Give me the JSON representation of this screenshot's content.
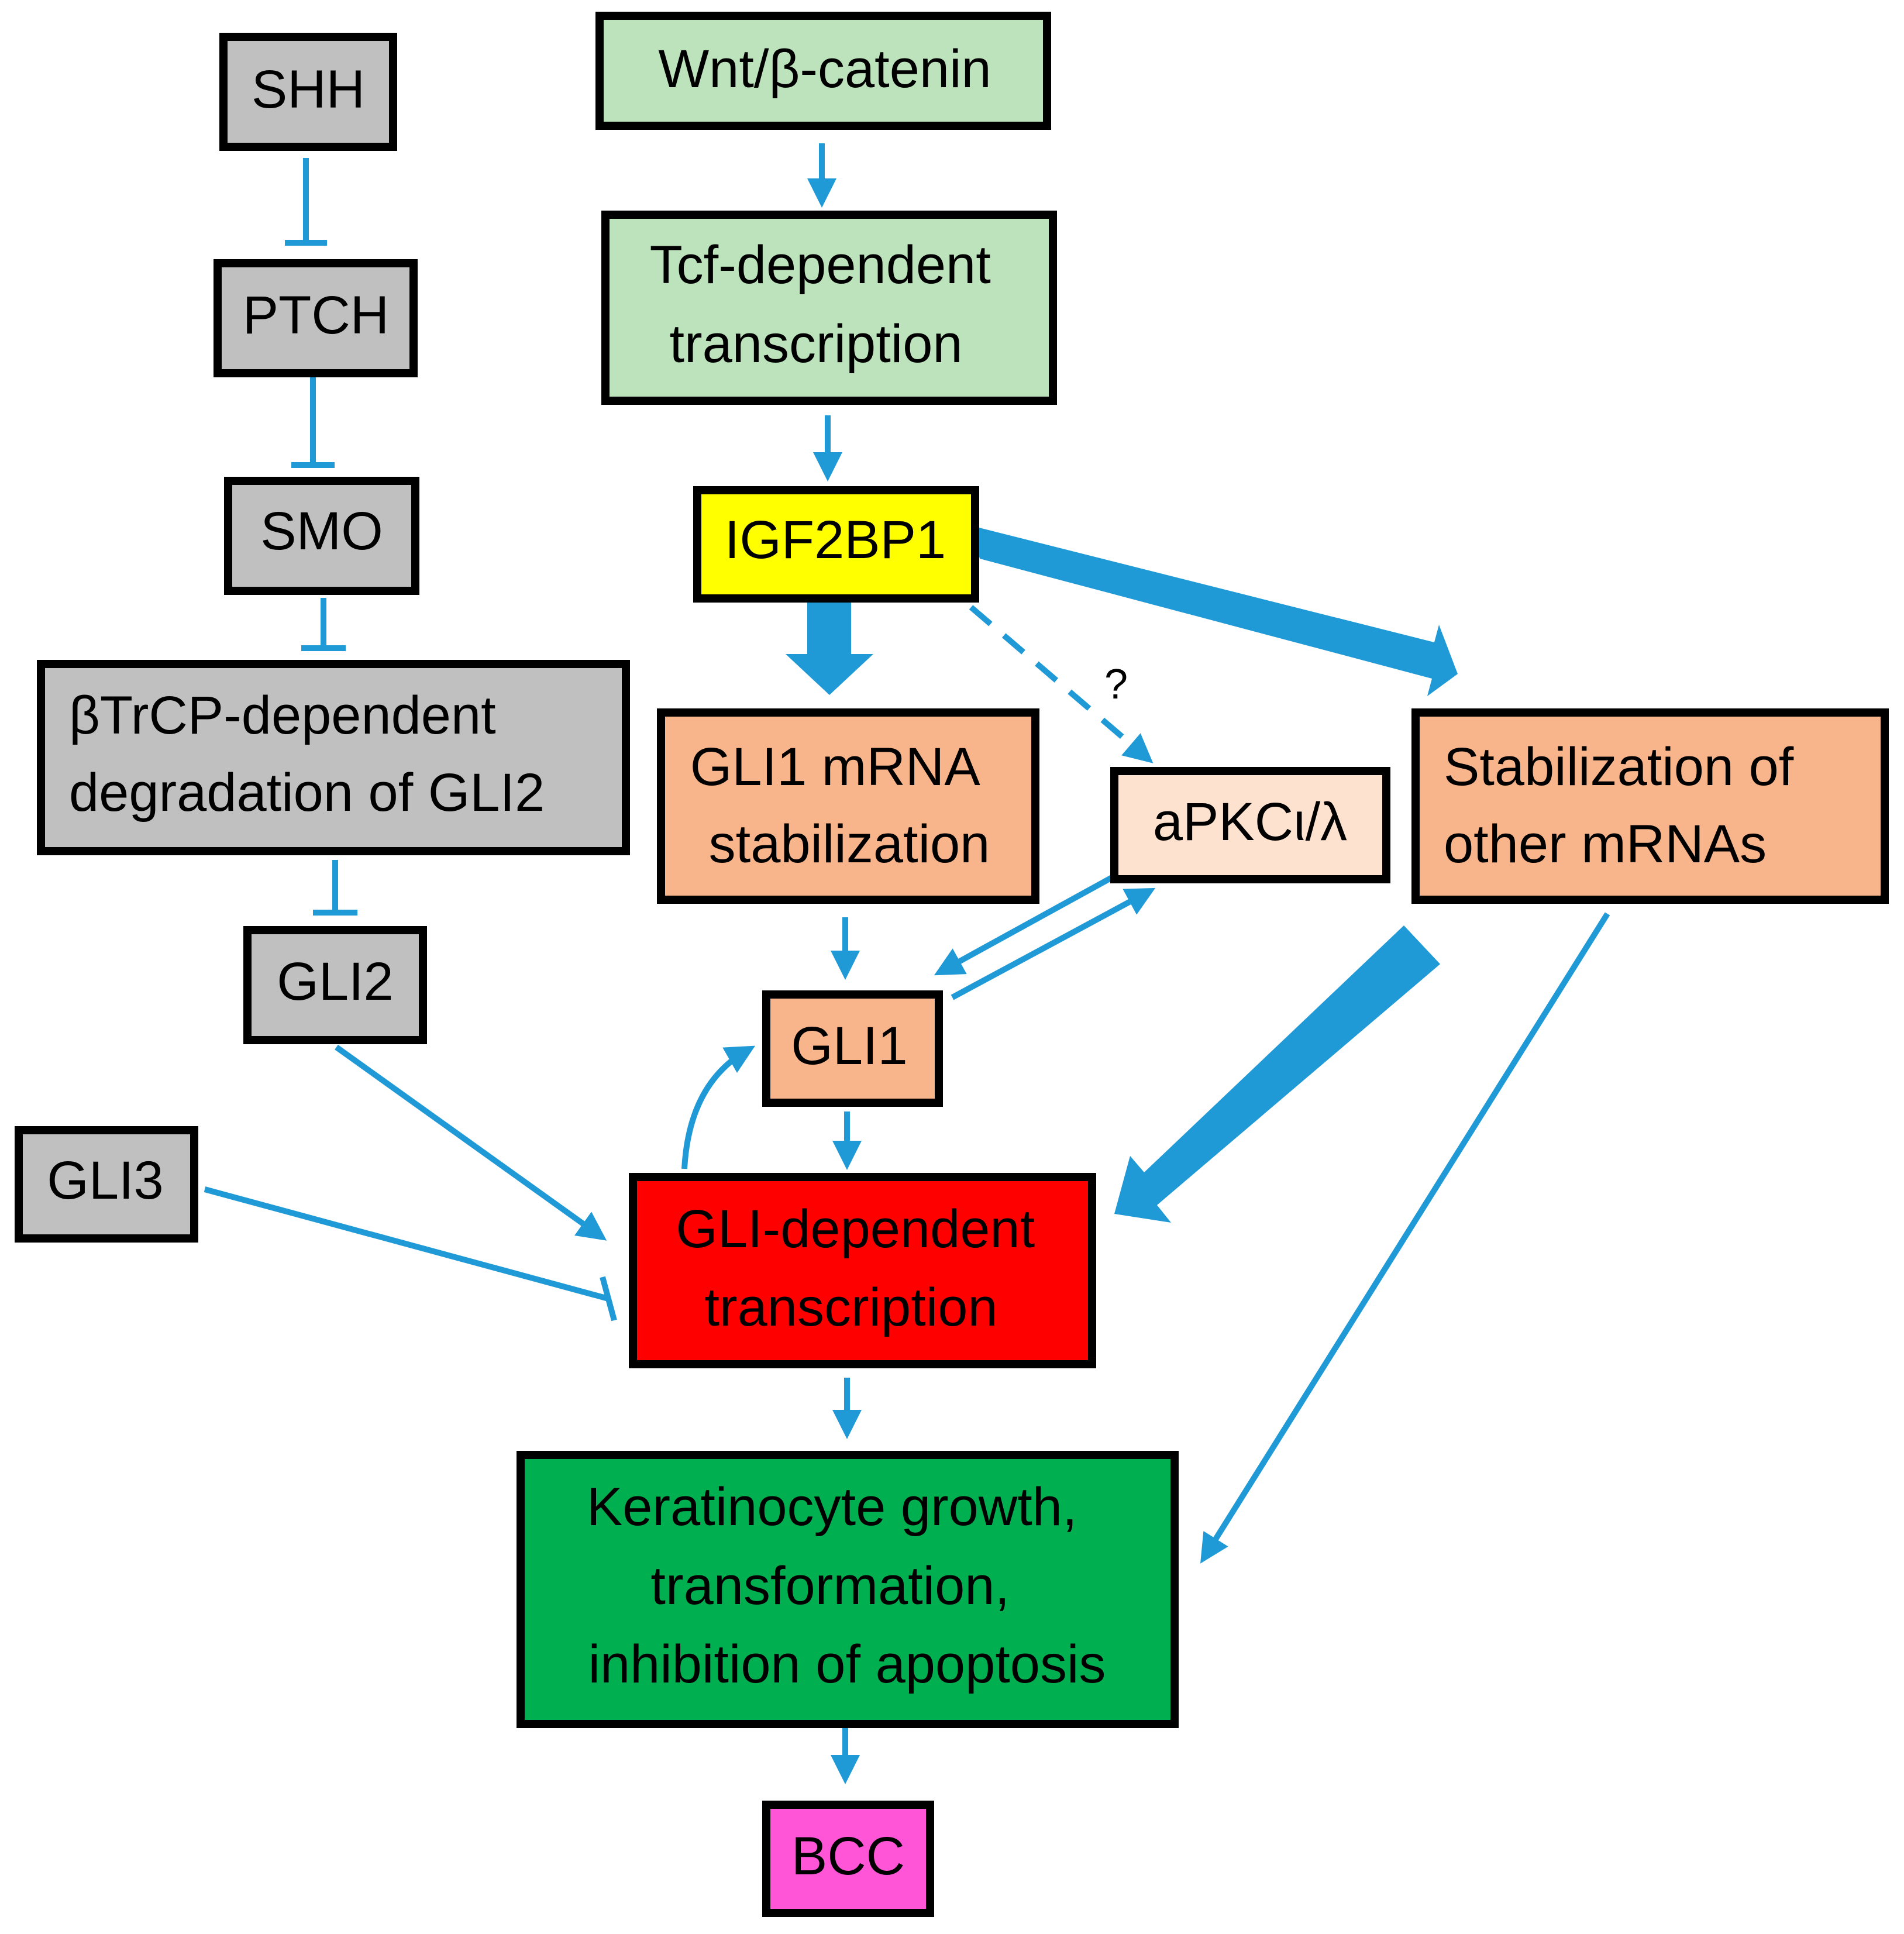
{
  "colors": {
    "arrow": "#1f9ad6",
    "hedgehog_pathway": "#c0c0c0",
    "wnt_pathway": "#bde3bd",
    "igf2bp1": "#ffff00",
    "stabilization": "#f8b48a",
    "apkc": "#fde2d0",
    "gli_transcription": "#ff0000",
    "keratinocyte": "#00b050",
    "bcc": "#ff55d6"
  },
  "nodes": {
    "shh": {
      "lines": [
        "SHH"
      ]
    },
    "ptch": {
      "lines": [
        "PTCH"
      ]
    },
    "smo": {
      "lines": [
        "SMO"
      ]
    },
    "btrcp": {
      "lines": [
        "βTrCP-dependent",
        "degradation of GLI2"
      ]
    },
    "gli2": {
      "lines": [
        "GLI2"
      ]
    },
    "gli3": {
      "lines": [
        "GLI3"
      ]
    },
    "wnt": {
      "lines": [
        "Wnt/β-catenin"
      ]
    },
    "tcf": {
      "lines": [
        "Tcf-dependent",
        "transcription"
      ]
    },
    "igf2bp1": {
      "lines": [
        "IGF2BP1"
      ]
    },
    "gli1_mrna": {
      "lines": [
        "GLI1 mRNA",
        "stabilization"
      ]
    },
    "apkc": {
      "lines": [
        "aPKCι/λ"
      ]
    },
    "other_mrnas": {
      "lines": [
        "Stabilization of",
        "other mRNAs"
      ]
    },
    "gli1": {
      "lines": [
        "GLI1"
      ]
    },
    "gli_transcription": {
      "lines": [
        "GLI-dependent",
        "transcription"
      ]
    },
    "keratinocyte": {
      "lines": [
        "Keratinocyte growth,",
        "transformation,",
        "inhibition of apoptosis"
      ]
    },
    "bcc": {
      "lines": [
        "BCC"
      ]
    }
  },
  "edges": {
    "igf2bp1_to_apkc_label": "?"
  }
}
